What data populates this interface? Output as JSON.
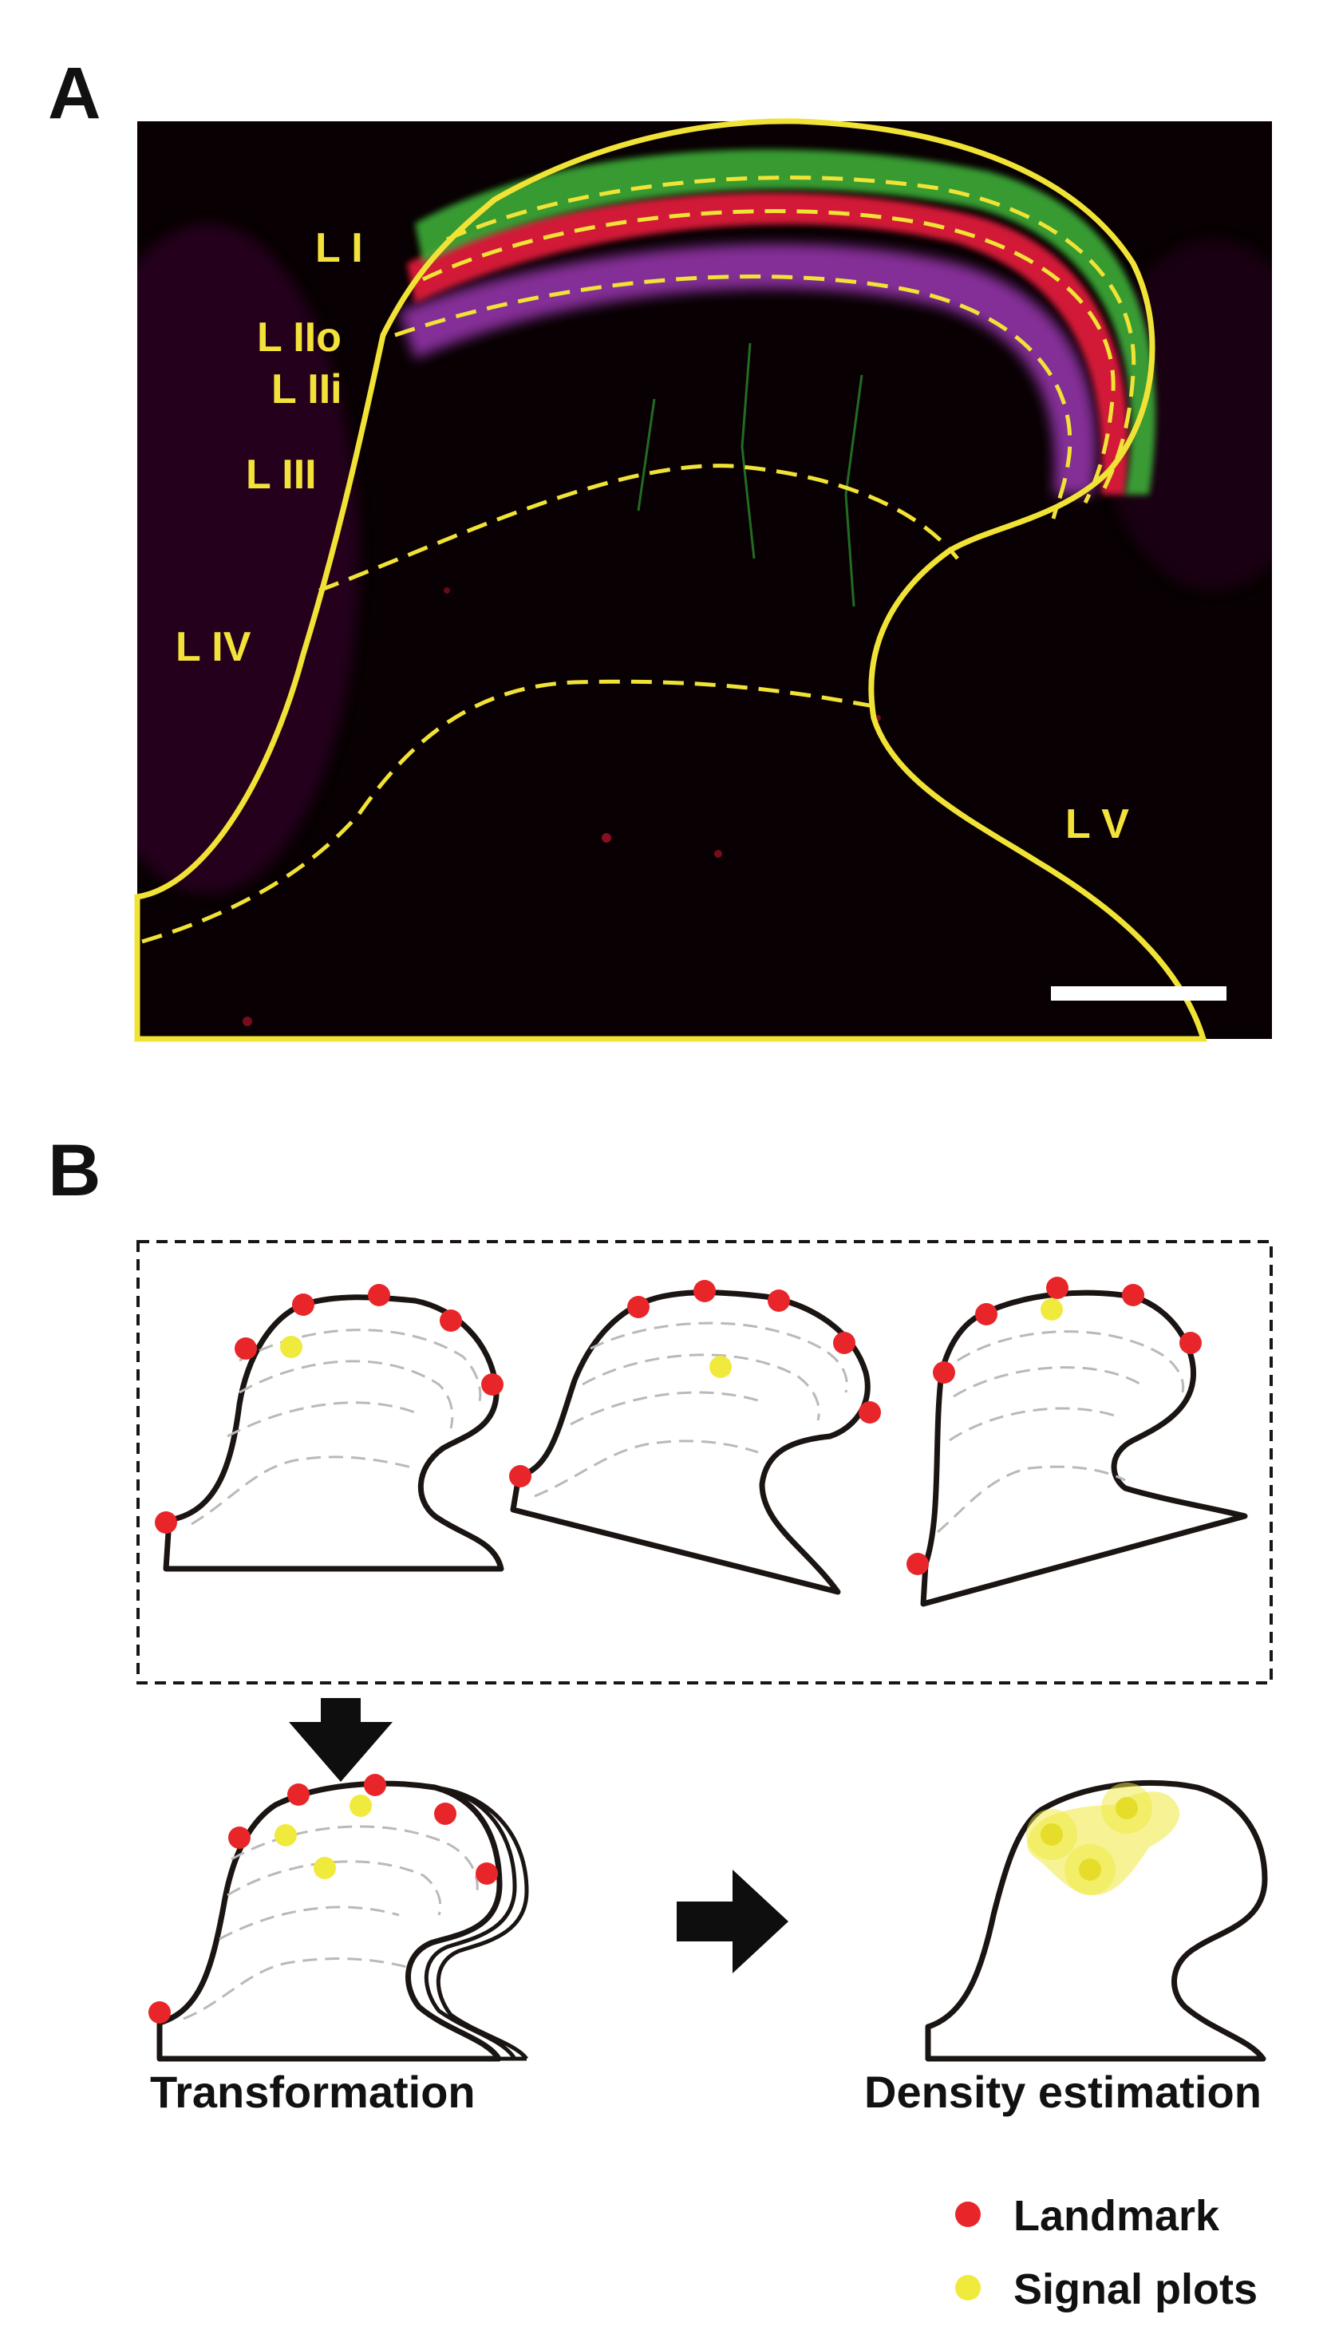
{
  "panel_a": {
    "letter": "A",
    "layers": [
      {
        "id": "l1",
        "text": "L I"
      },
      {
        "id": "l2o",
        "text": "L IIo"
      },
      {
        "id": "l2i",
        "text": "L IIi"
      },
      {
        "id": "l3",
        "text": "L III"
      },
      {
        "id": "l4",
        "text": "L IV"
      },
      {
        "id": "l5",
        "text": "L V"
      }
    ]
  },
  "panel_b": {
    "letter": "B",
    "caption_transformation": "Transformation",
    "caption_density": "Density estimation"
  },
  "legend": {
    "landmark": "Landmark",
    "signal_plots": "Signal plots"
  },
  "colors": {
    "landmark": "#e8262a",
    "signal": "#f0ea3c",
    "outline": "#1a1412",
    "annotation": "#f2e23a"
  }
}
